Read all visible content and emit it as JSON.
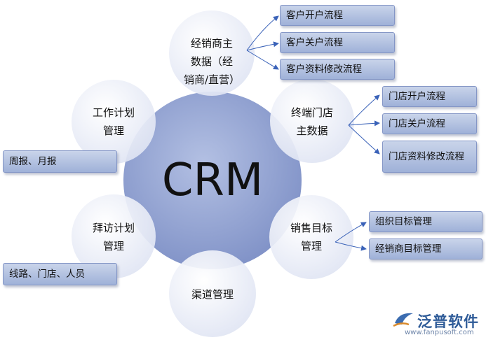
{
  "center": {
    "label": "CRM"
  },
  "nodes": {
    "distributor_master": [
      "经销商主",
      "数据（经",
      "销商/直营）"
    ],
    "terminal_store_master": [
      "终端门店",
      "主数据"
    ],
    "work_plan": [
      "工作计划",
      "管理"
    ],
    "visit_plan": [
      "拜访计划",
      "管理"
    ],
    "sales_target": [
      "销售目标",
      "管理"
    ],
    "channel_management": [
      "渠道管理"
    ]
  },
  "boxes": {
    "customer_open": "客户开户流程",
    "customer_close": "客户关户流程",
    "customer_info_change": "客户资料修改流程",
    "store_open": "门店开户流程",
    "store_close": "门店关户流程",
    "store_info_change": "门店资料修改流程",
    "weekly_monthly_report": "周报、月报",
    "org_target": "组织目标管理",
    "distributor_target": "经销商目标管理",
    "route_store_staff": "线路、门店、人员"
  },
  "watermark": {
    "name": "泛普软件",
    "url": "www.fanpusoft.com"
  },
  "colors": {
    "center_fill": "#8f9fcf",
    "satellite_fill": "#eceff8",
    "box_fill": "#b7c5e4",
    "arrow": "#3a62b8"
  }
}
